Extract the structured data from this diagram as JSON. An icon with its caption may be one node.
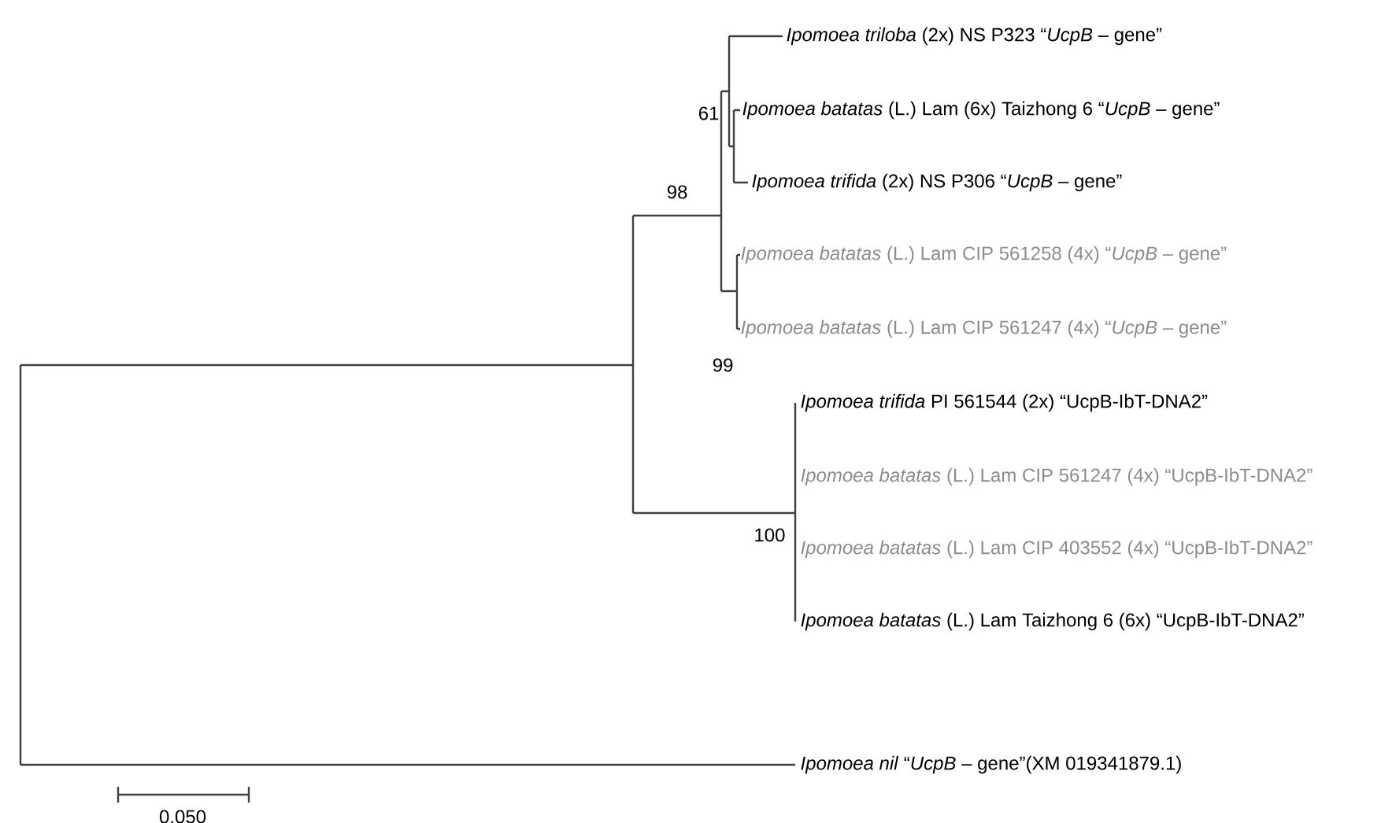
{
  "diagram": {
    "labels": [
      "*Ipomoea triloba* (2x) NS P323 “*UcpB* – gene”",
      "*Ipomoea batatas* (L.) Lam (6x) Taizhong 6 “*UcpB* – gene”",
      "*Ipomoea trifida* (2x) NS P306 “*UcpB* – gene”",
      "*Ipomoea batatas* (L.) Lam CIP 561258 (4x) “*UcpB* – gene”",
      "*Ipomoea batatas* (L.) Lam CIP 561247 (4x) “*UcpB* – gene”",
      "*Ipomoea trifida* PI 561544 (2x) “UcpB-IbT-DNA2”",
      "*Ipomoea batatas* (L.) Lam CIP 561247 (4x) “UcpB-IbT-DNA2”",
      "*Ipomoea batatas* (L.) Lam CIP 403552 (4x) “UcpB-IbT-DNA2”",
      "*Ipomoea batatas* (L.) Lam Taizhong 6 (6x) “UcpB-IbT-DNA2”",
      "*Ipomoea nil* “*UcpB* – gene”(XM 019341879.1)",
      "61",
      "98",
      "99",
      "100",
      "0.050"
    ]
  }
}
